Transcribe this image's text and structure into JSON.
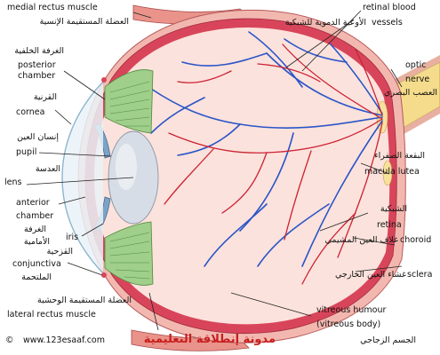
{
  "labels": {
    "medial_rectus_en": "medial rectus muscle",
    "medial_rectus_ar": "العضلة المستقيمة الإنسية",
    "posterior_chamber_ar": "الغرفة الخلفية",
    "posterior_chamber_en_1": "posterior",
    "posterior_chamber_en_2": "chamber",
    "cornea_ar": "القرنية",
    "cornea_en": "cornea",
    "pupil_ar": "إنسان العين",
    "pupil_en": "pupil",
    "lens_ar": "العدسة",
    "lens_en": "lens",
    "anterior_chamber_en_1": "anterior",
    "anterior_chamber_en_2": "chamber",
    "anterior_chamber_ar_1": "الغرفة",
    "anterior_chamber_ar_2": "الأمامية",
    "iris_en": "iris",
    "iris_ar": "القزحية",
    "conjunctiva_en": "conjunctiva",
    "conjunctiva_ar": "الملتحمة",
    "lateral_rectus_ar": "العضلة المستقيمة الوحشية",
    "lateral_rectus_en": "lateral rectus muscle",
    "retinal_vessels_en_1": "retinal blood",
    "retinal_vessels_en_2": "vessels",
    "retinal_vessels_ar": "الأوعية الدموية للشبكية",
    "optic_nerve_en_1": "optic",
    "optic_nerve_en_2": "nerve",
    "optic_nerve_ar": "العصب البصري",
    "macula_ar": "البقعة الصفراء",
    "macula_en": "macula lutea",
    "retina_ar": "الشبكية",
    "retina_en": "retina",
    "choroid_ar": "غلاف العين المشيمي",
    "choroid_en": "choroid",
    "sclera_ar": "غشاء العين الخارجي",
    "sclera_en": "sclera",
    "vitreous_en_1": "vitreous humour",
    "vitreous_en_2": "(vitreous body)",
    "vitreous_ar": "الجسم الزجاجي"
  },
  "footer": {
    "website": "www.123esaaf.com",
    "caption": "مدونة إنطلاقة التعليمية",
    "copyright_symbol": "©"
  },
  "colors": {
    "sclera_pink": "#f2b8b0",
    "choroid_red": "#d8455a",
    "retina_bg": "#fce2dc",
    "artery_red": "#cc2233",
    "vein_blue": "#2a55c8",
    "optic_nerve_yellow": "#f4dc8c",
    "macula_yellow": "#f6e29a",
    "ciliary_green": "#9fcf8a",
    "lens_grey": "#d7dde6",
    "caption_red": "#c81e1e"
  }
}
